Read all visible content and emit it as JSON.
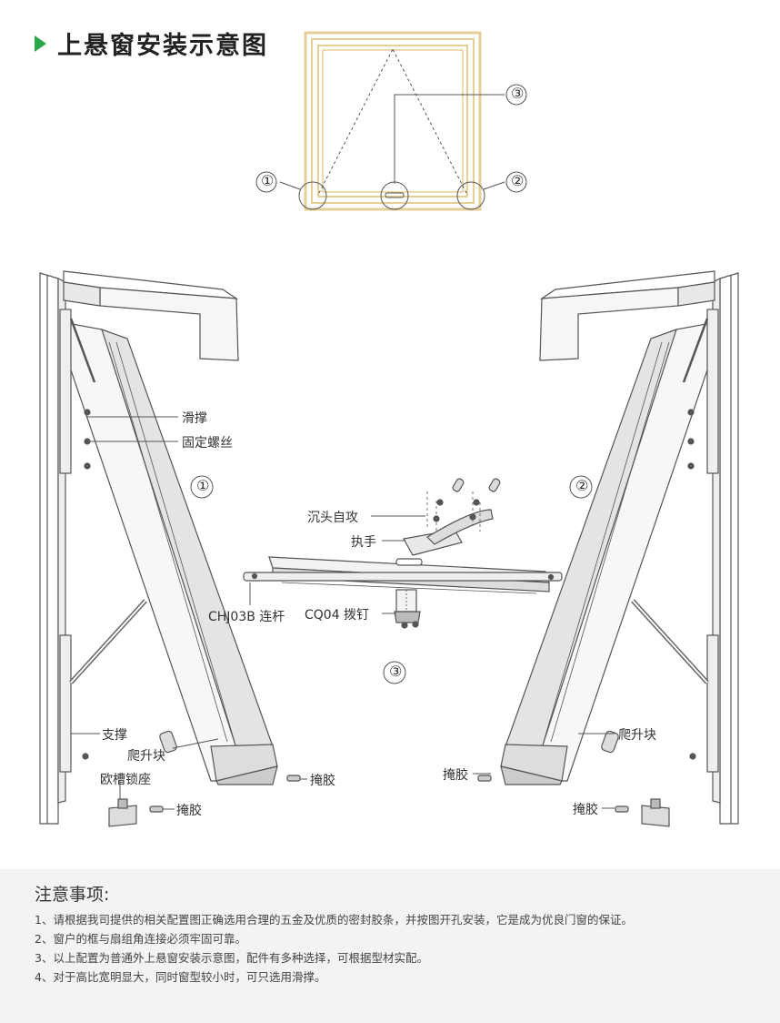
{
  "title": "上悬窗安装示意图",
  "colors": {
    "accent_green": "#2aa84a",
    "frame_gold": "#e5cf95",
    "line": "#555555",
    "notes_bg": "#f3f3f3"
  },
  "top_diagram": {
    "markers": [
      "①",
      "②",
      "③"
    ]
  },
  "callouts": {
    "left_section_marker": "①",
    "right_section_marker": "②",
    "center_section_marker": "③",
    "hua_cheng": "滑撑",
    "gu_ding_luo_si": "固定螺丝",
    "zhi_cheng": "支撑",
    "pa_sheng_kuai_left": "爬升块",
    "ou_cao_suo_zuo": "欧槽锁座",
    "yan_jiao_left_1": "掩胶",
    "yan_jiao_left_2": "掩胶",
    "chen_tou_zi_gong": "沉头自攻",
    "zhi_shou": "执手",
    "lian_gan": "CHJ03B 连杆",
    "ba_ding": "CQ04 拨钉",
    "pa_sheng_kuai_right": "爬升块",
    "yan_jiao_right_1": "掩胶",
    "yan_jiao_right_2": "掩胶"
  },
  "notes": {
    "heading": "注意事项:",
    "items": [
      "1、请根据我司提供的相关配置图正确选用合理的五金及优质的密封胶条，并按图开孔安装，它是成为优良门窗的保证。",
      "2、窗户的框与扇组角连接必须牢固可靠。",
      "3、以上配置为普通外上悬窗安装示意图，配件有多种选择，可根据型材实配。",
      "4、对于高比宽明显大，同时窗型较小时，可只选用滑撑。"
    ]
  }
}
